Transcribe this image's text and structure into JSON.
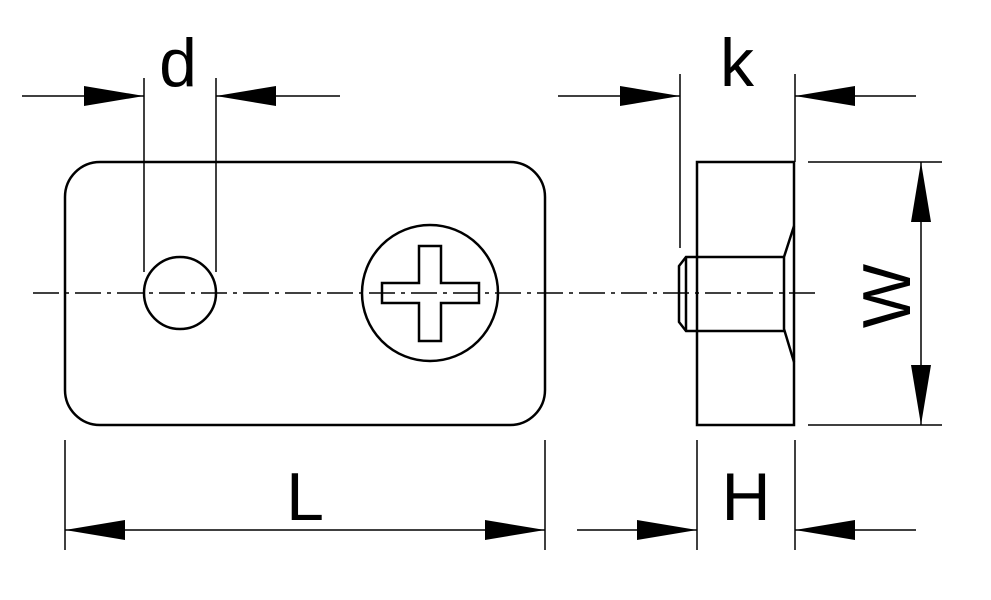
{
  "labels": {
    "d": "d",
    "k": "k",
    "w": "W",
    "l": "L",
    "h": "H"
  },
  "colors": {
    "stroke": "#000000",
    "background": "#ffffff"
  }
}
